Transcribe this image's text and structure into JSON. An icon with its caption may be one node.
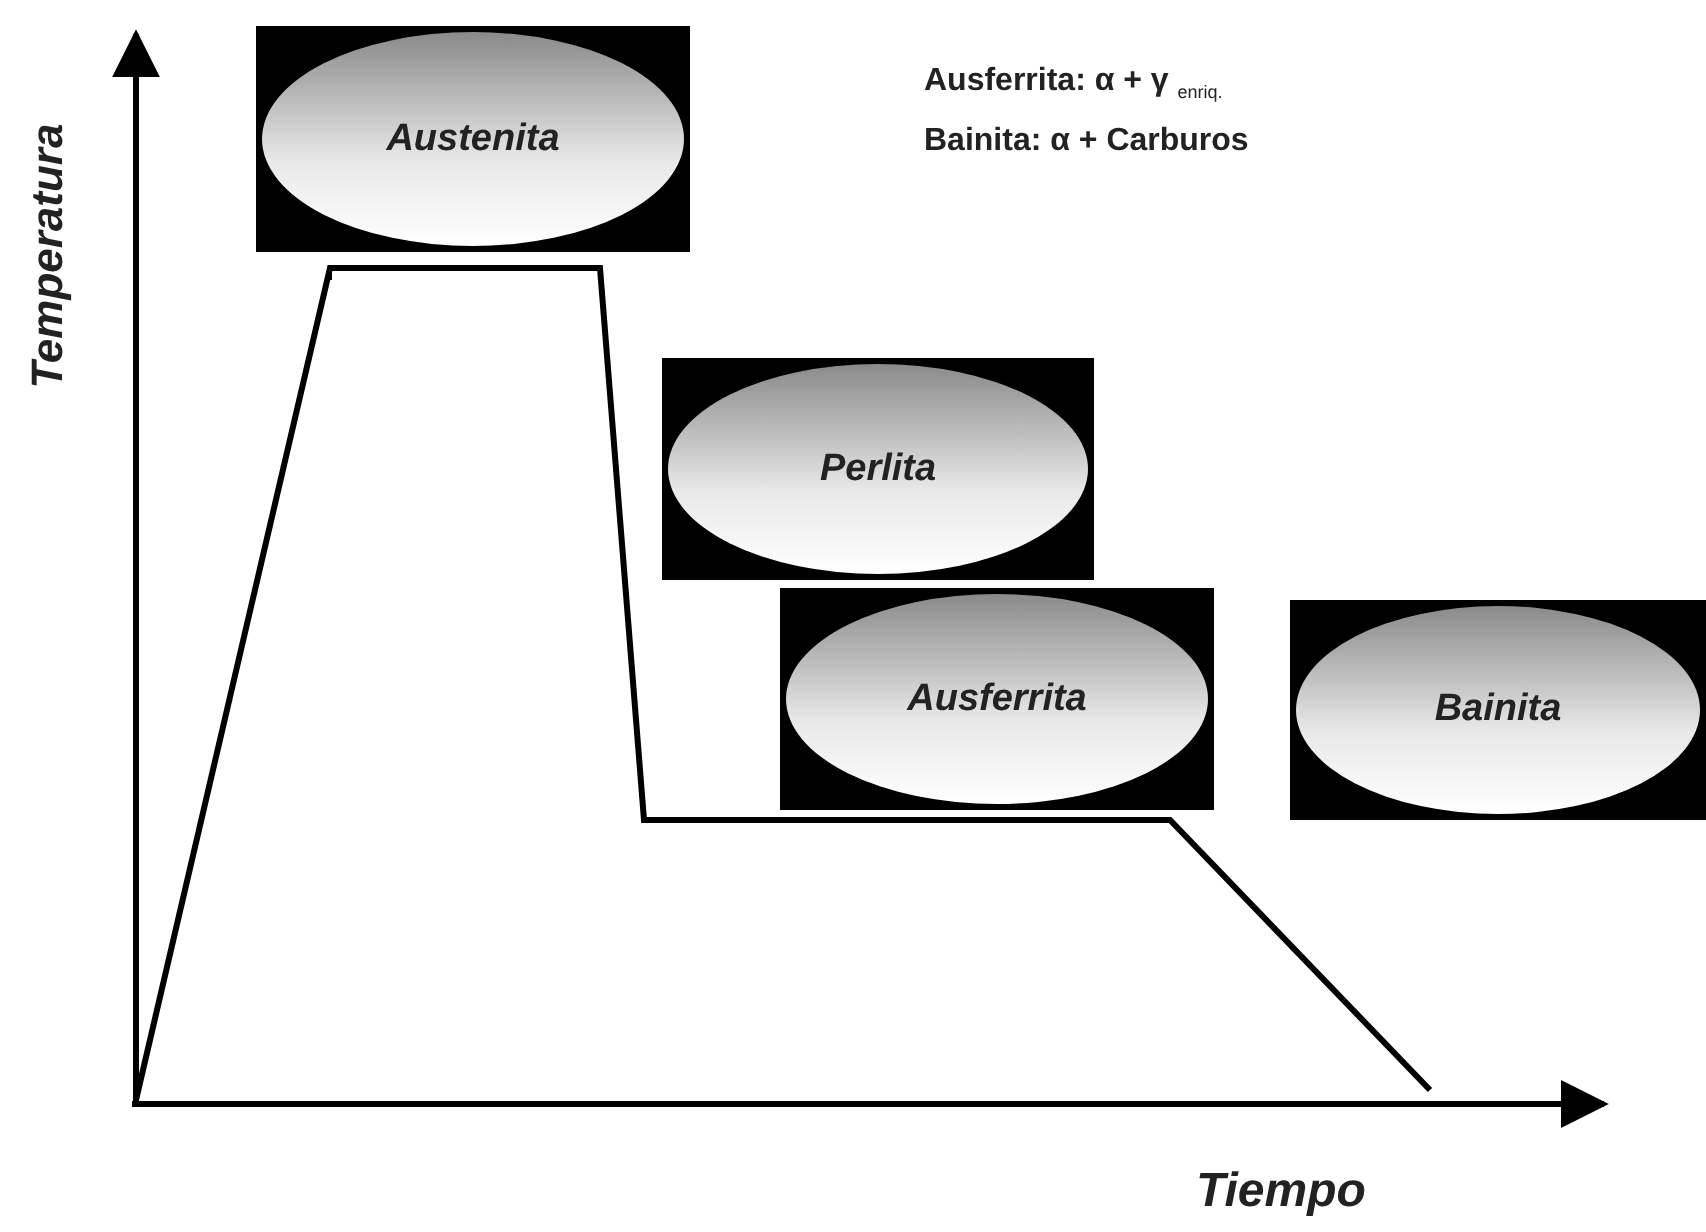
{
  "diagram": {
    "nodes": [
      {
        "text": [
          "Austenita"
        ]
      },
      {
        "text": [
          "Perlita"
        ]
      },
      {
        "text": [
          "Ausferrita"
        ]
      },
      {
        "text": [
          "Bainita"
        ]
      }
    ],
    "labels": [
      "Temperatura",
      "Ausferrita: α + γ $_{enriq.}$",
      "Bainita: α + Carburos",
      "Tiempo"
    ]
  }
}
